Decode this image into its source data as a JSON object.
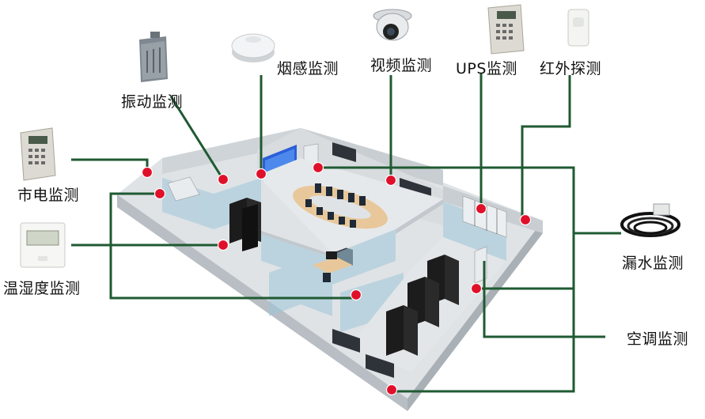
{
  "diagram": {
    "labels": {
      "vibration": "振动监测",
      "smoke": "烟感监测",
      "video": "视频监测",
      "ups": "UPS监测",
      "infrared": "红外探测",
      "mains_power": "市电监测",
      "temp_humidity": "温湿度监测",
      "water_leak": "漏水监测",
      "air_conditioning": "空调监测"
    },
    "colors": {
      "connector_line": "#1f5a32",
      "sensor_dot": "#e0102a",
      "floor": "#d9dde0",
      "wall": "#c6ccd2",
      "glass": "#9ec6d8",
      "rack": "#1c1c1c",
      "screen": "#2b5fd8"
    },
    "icons": [
      "vibration-sensor-icon",
      "smoke-detector-icon",
      "dome-camera-icon",
      "ups-monitor-icon",
      "infrared-detector-icon",
      "power-meter-icon",
      "thermo-hygrometer-icon",
      "water-leak-cable-icon"
    ]
  }
}
